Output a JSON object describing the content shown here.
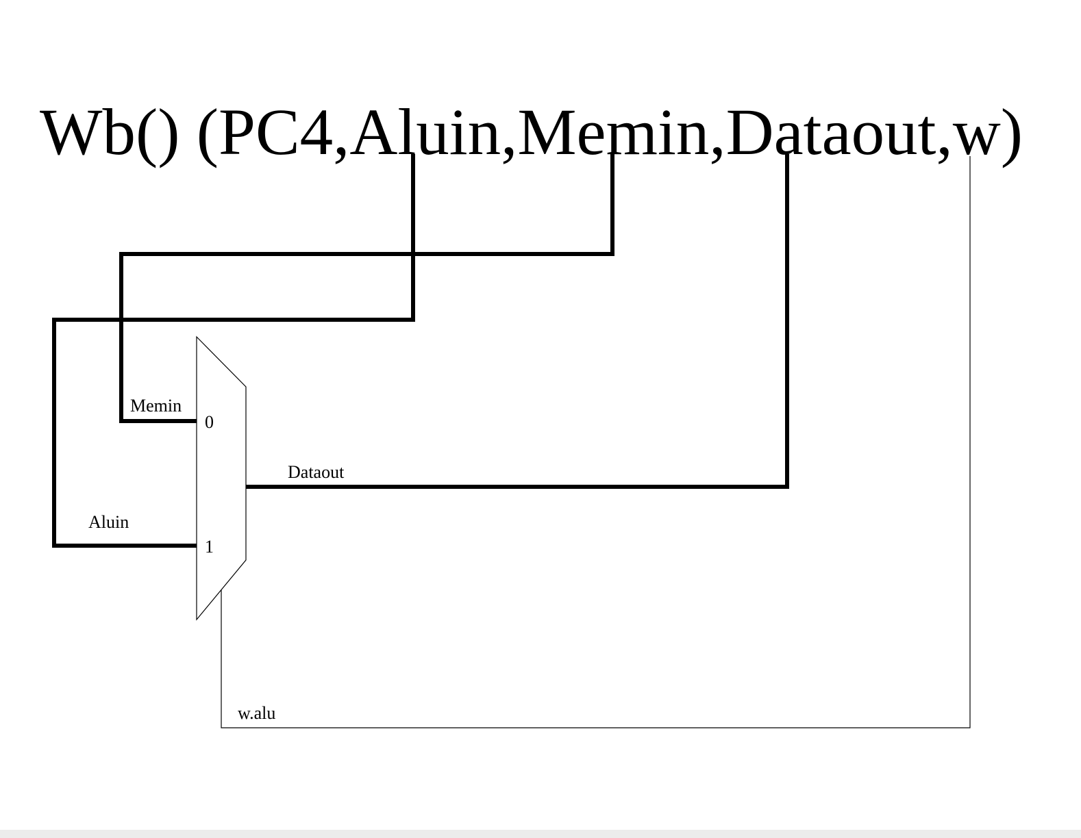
{
  "title": "Wb() (PC4,Aluin,Memin,Dataout,w)",
  "mux": {
    "input_0": "0",
    "input_1": "1"
  },
  "wires": {
    "memin_label": "Memin",
    "aluin_label": "Aluin",
    "dataout_label": "Dataout",
    "select_label": "w.alu"
  },
  "colors": {
    "background": "#ffffff",
    "ink": "#000000"
  }
}
